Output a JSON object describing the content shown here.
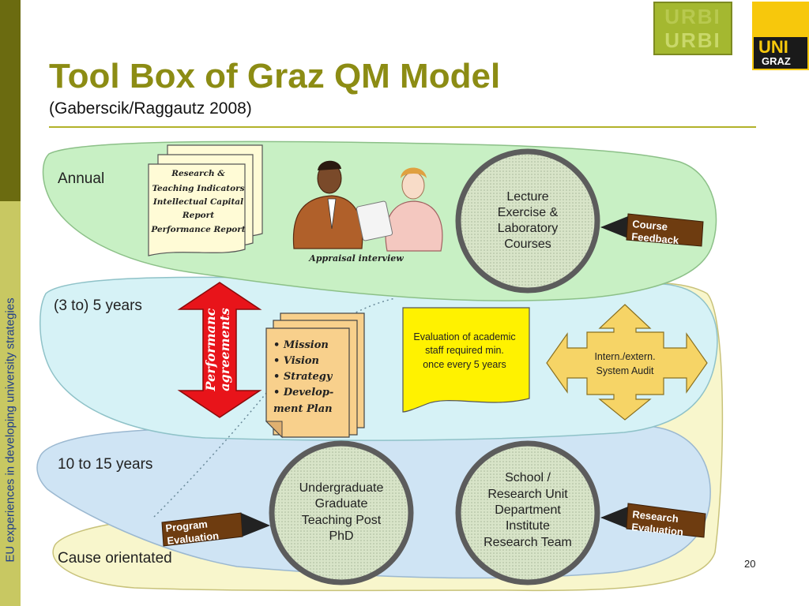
{
  "sidebar": {
    "text": "EU experiences in developing university strategies"
  },
  "title": "Tool Box of Graz QM Model",
  "subtitle": "(Gaberscik/Raggautz 2008)",
  "page_number": "20",
  "logos": {
    "urbi": "URBI",
    "uni": "UNI",
    "graz": "GRAZ"
  },
  "rows": {
    "annual": "Annual",
    "mid": "(3 to) 5 years",
    "long": "10 to 15 years",
    "cause": "Cause orientated"
  },
  "documents": {
    "report_lines": [
      "Research &",
      "Teaching Indicators",
      "Intellectual Capital",
      "Report",
      "Performance Report"
    ],
    "plan_lines": [
      "• Mission",
      "• Vision",
      "• Strategy",
      "• Develop-",
      "ment Plan"
    ]
  },
  "appraisal": "Appraisal interview",
  "circles": {
    "courses": [
      "Lecture",
      "Exercise &",
      "Laboratory",
      "Courses"
    ],
    "programs": [
      "Undergraduate",
      "Graduate",
      "Teaching Post",
      "PhD"
    ],
    "units": [
      "School /",
      "Research Unit",
      "Department",
      "Institute",
      "Research Team"
    ]
  },
  "tags": {
    "course_feedback": [
      "Course",
      "Feedback"
    ],
    "program_evaluation": [
      "Program",
      "Evaluation"
    ],
    "research_evaluation": [
      "Research",
      "Evaluation"
    ]
  },
  "performance_agreements": [
    "Performanc",
    "agreements"
  ],
  "evaluation_note": [
    "Evaluation of academic",
    "staff required min.",
    "once every 5 years"
  ],
  "audit": [
    "Intern./extern.",
    "System Audit"
  ],
  "colors": {
    "title": "#8c8c14",
    "annual_blob": "#c8f0c4",
    "mid_blob": "#d6f2f6",
    "long_blob": "#cfe4f4",
    "cause_blob": "#f8f6cc",
    "arrow_red": "#e8141a",
    "cross_arrow": "#f6d466",
    "note_yellow": "#fff200",
    "tag_brown": "#6e3c10"
  }
}
